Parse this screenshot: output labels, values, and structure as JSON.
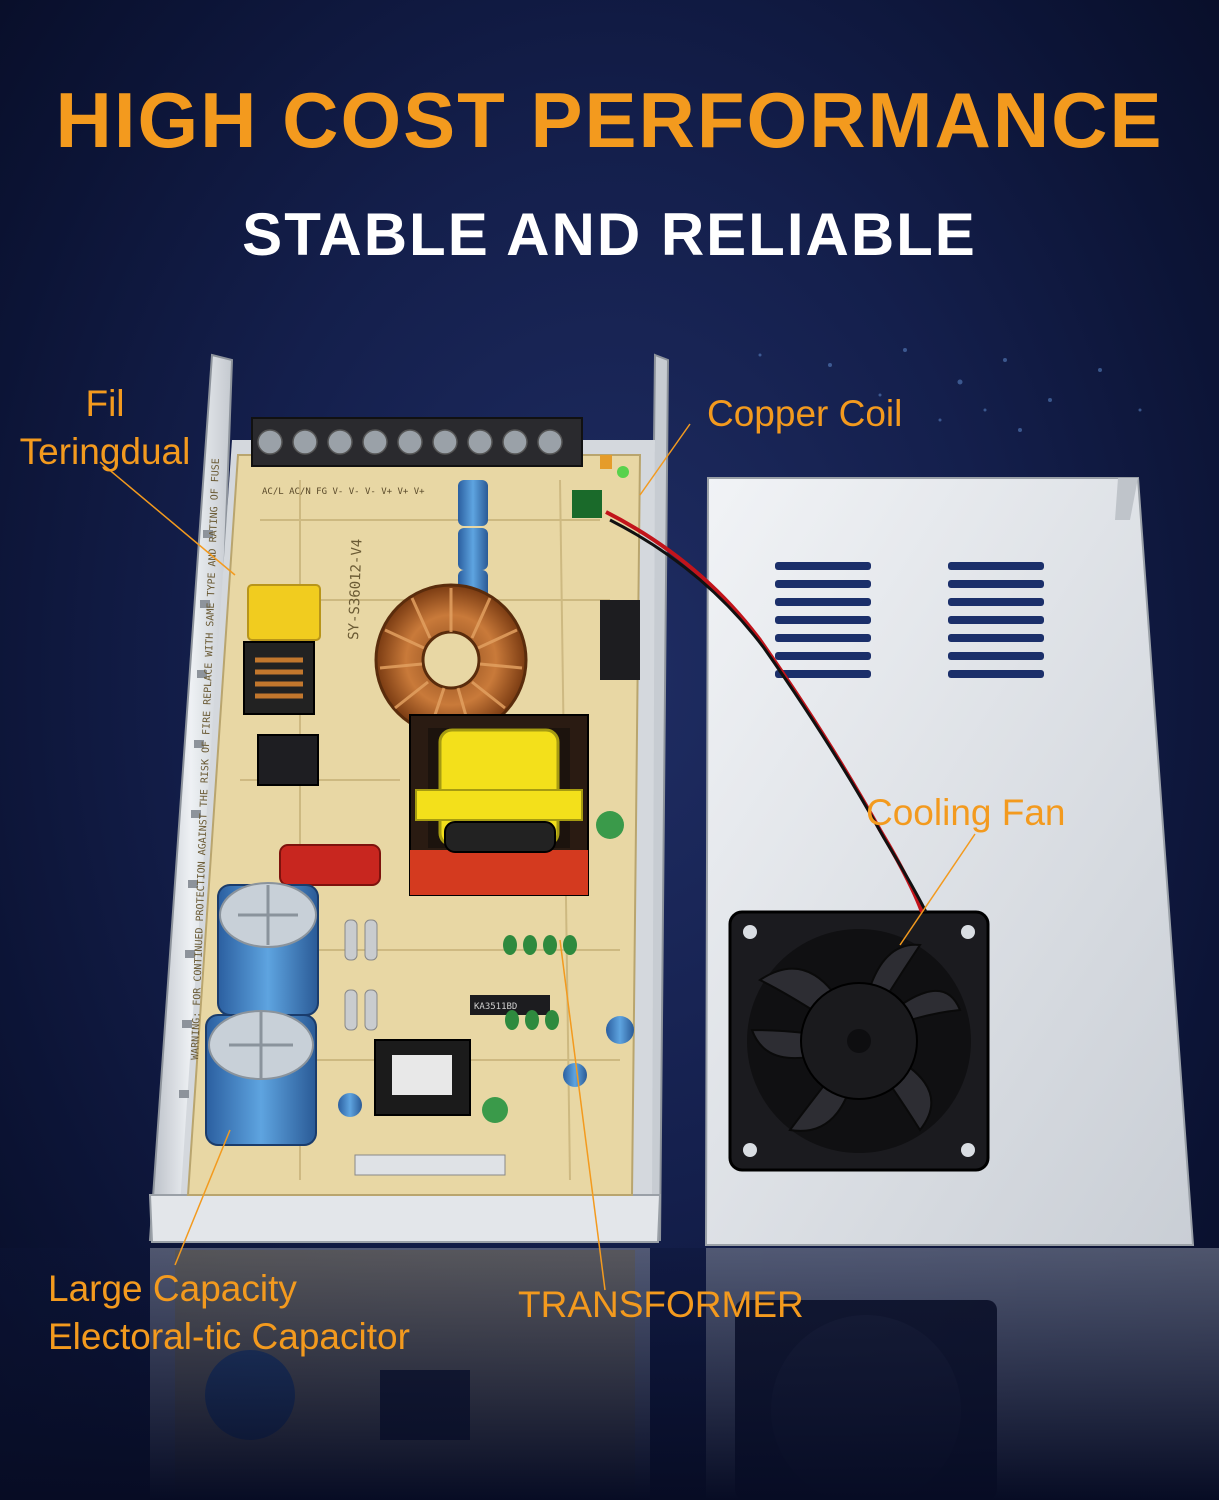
{
  "colors": {
    "accent_orange": "#f39a1e",
    "title_white": "#ffffff",
    "background_navy": "#121b48",
    "pcb_cream": "#e9d9a9",
    "metal_silver": "#d8dde2",
    "fan_black": "#1b1b1f"
  },
  "headline": "HIGH COST PERFORMANCE",
  "subheadline": "STABLE AND RELIABLE",
  "callouts": {
    "filter": {
      "line1": "Fil",
      "line2": "Teringdual"
    },
    "copper_coil": "Copper Coil",
    "cooling_fan": "Cooling Fan",
    "capacitor": {
      "line1": "Large Capacity",
      "line2": "Electoral-tic Capacitor"
    },
    "transformer": "TRANSFORMER"
  },
  "board_markings": {
    "model": "SY-S36012-V4",
    "terminals": "AC/L   AC/N   FG   V-   V-   V-   V+   V+   V+",
    "warning": "WARNING: FOR CONTINUED PROTECTION AGAINST THE RISK OF FIRE REPLACE WITH SAME TYPE AND RATING OF FUSE",
    "chip": "KA3511BD"
  },
  "icons": {
    "fan": "cooling-fan-icon",
    "coil": "toroid-coil-icon",
    "transformer": "transformer-icon",
    "capacitor": "capacitor-icon"
  }
}
